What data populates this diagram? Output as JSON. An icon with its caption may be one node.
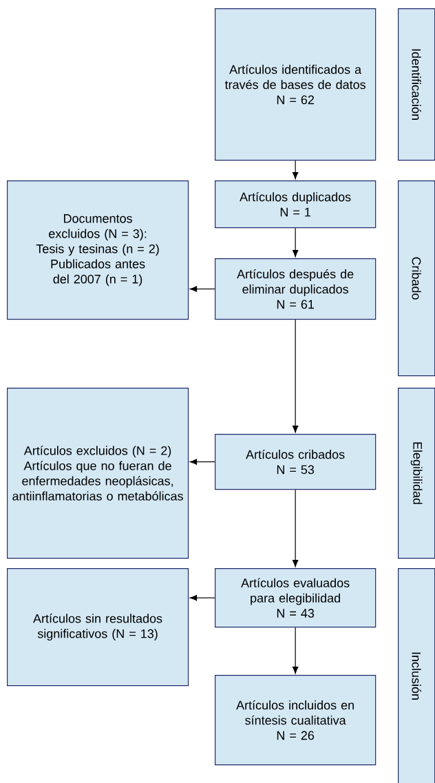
{
  "diagram": {
    "nodes": [
      {
        "text": [
          "Artículos identificados a través de bases de datos",
          "N = 62"
        ]
      },
      {
        "text": [
          "Identificación"
        ]
      },
      {
        "text": [
          "Artículos duplicados",
          "N = 1"
        ]
      },
      {
        "text": [
          "Cribado"
        ]
      },
      {
        "text": [
          "Documentos excluidos (N = 3):",
          "Tesis y tesinas (n = 2)",
          "Publicados antes del 2007 (n = 1)"
        ]
      },
      {
        "text": [
          "Artículos después de eliminar duplicados",
          "N = 61"
        ]
      },
      {
        "text": [
          "Artículos excluidos (N = 2)",
          "Artículos que no fueran de enfermedades neoplásicas, antiinflamatorias o metabólicas"
        ]
      },
      {
        "text": [
          "Elegibilidad"
        ]
      },
      {
        "text": [
          "Artículos cribados",
          "N = 53"
        ]
      },
      {
        "text": [
          "Artículos sin resultados significativos (N = 13)"
        ]
      },
      {
        "text": [
          "Artículos evaluados para elegibilidad",
          "N = 43"
        ]
      },
      {
        "text": [
          "Inclusión"
        ]
      },
      {
        "text": [
          "Artículos incluidos en síntesis cualitativa",
          "N = 26"
        ]
      }
    ],
    "edges": [
      {
        "from": 0,
        "to": 2,
        "arrow": "to"
      },
      {
        "from": 2,
        "to": 5,
        "arrow": "to"
      },
      {
        "from": 5,
        "to": 4,
        "arrow": "to"
      },
      {
        "from": 5,
        "to": 8,
        "arrow": "to"
      },
      {
        "from": 8,
        "to": 6,
        "arrow": "to"
      },
      {
        "from": 8,
        "to": 10,
        "arrow": "to"
      },
      {
        "from": 10,
        "to": 9,
        "arrow": "to"
      },
      {
        "from": 10,
        "to": 12,
        "arrow": "to"
      }
    ]
  }
}
